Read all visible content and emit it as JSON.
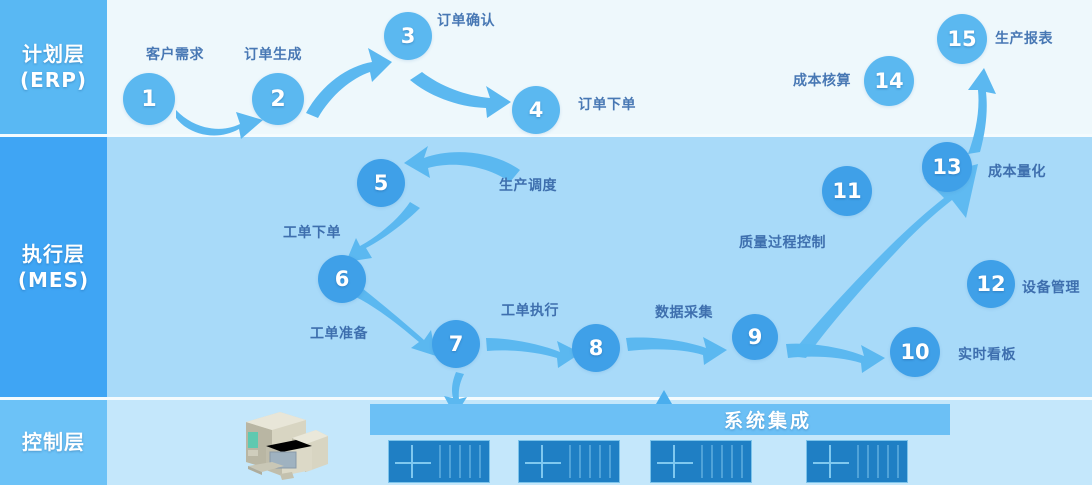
{
  "layers": [
    {
      "id": "erp",
      "cn": "计划层",
      "en": "(ERP)",
      "color": "#59b8f3"
    },
    {
      "id": "mes",
      "cn": "执行层",
      "en": "(MES)",
      "color": "#3fa5f4"
    },
    {
      "id": "ctl",
      "cn": "控制层",
      "en": "",
      "color": "#6cc2f7"
    }
  ],
  "nodes": [
    {
      "n": "1",
      "label": "客户需求",
      "layer": "erp"
    },
    {
      "n": "2",
      "label": "订单生成",
      "layer": "erp"
    },
    {
      "n": "3",
      "label": "订单确认",
      "layer": "erp"
    },
    {
      "n": "4",
      "label": "订单下单",
      "layer": "erp"
    },
    {
      "n": "5",
      "label": "生产调度",
      "layer": "mes"
    },
    {
      "n": "6",
      "label": "工单下单",
      "layer": "mes"
    },
    {
      "n": "7",
      "label": "工单准备",
      "layer": "mes"
    },
    {
      "n": "8",
      "label": "工单执行",
      "layer": "mes"
    },
    {
      "n": "9",
      "label": "数据采集",
      "layer": "mes"
    },
    {
      "n": "10",
      "label": "实时看板",
      "layer": "mes"
    },
    {
      "n": "11",
      "label": "质量过程控制",
      "layer": "mes"
    },
    {
      "n": "12",
      "label": "设备管理",
      "layer": "mes"
    },
    {
      "n": "13",
      "label": "成本量化",
      "layer": "mes"
    },
    {
      "n": "14",
      "label": "成本核算",
      "layer": "erp"
    },
    {
      "n": "15",
      "label": "生产报表",
      "layer": "erp"
    }
  ],
  "control": {
    "system_integration": "系统集成",
    "pc_icon": "desktop-computer-icon",
    "machine_count": 4
  },
  "colors": {
    "node_fill": "#5bb8f0",
    "node_fill_deep": "#3fa0e8",
    "caption_text": "#4878b4",
    "erp_band": "#eef8fc",
    "mes_band": "#a8daf9",
    "ctl_band": "#c4e7fb",
    "sysbar": "#6cc0f5",
    "machine": "#1f7fc4",
    "arrow": "#5bb8f0"
  }
}
